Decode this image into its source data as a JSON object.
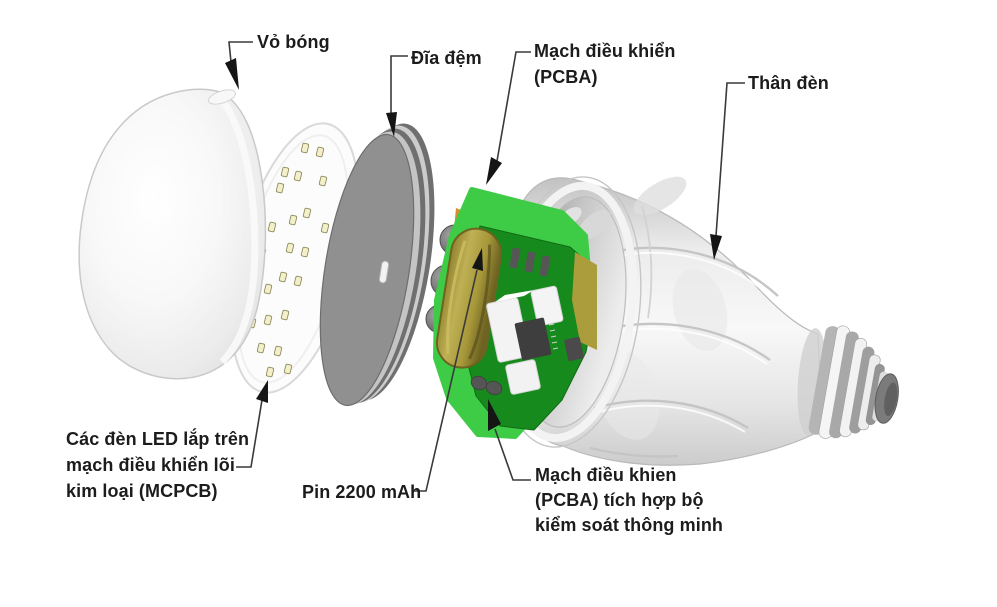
{
  "labels": {
    "bulb_cover": {
      "lines": [
        "Vỏ bóng"
      ]
    },
    "spacer_disc": {
      "lines": [
        "Đĩa đệm"
      ]
    },
    "control_pcba": {
      "lines": [
        "Mạch điều khiển",
        "(PCBA)"
      ]
    },
    "lamp_body": {
      "lines": [
        "Thân đèn"
      ]
    },
    "led_mcpcb": {
      "lines": [
        "Các đèn LED lắp trên",
        "mạch điều khiển lõi",
        "kim loại (MCPCB)"
      ]
    },
    "battery": {
      "lines": [
        "Pin 2200 mAh"
      ]
    },
    "smart_pcba": {
      "lines": [
        "Mạch điều khien",
        "(PCBA) tích hợp bộ",
        "kiểm soát thông minh"
      ]
    }
  },
  "colors": {
    "background": "#ffffff",
    "label_text": "#1c1c1c",
    "leader_line": "#3a3a3a",
    "arrowhead": "#151515",
    "pcb_light_green": "#3ecb46",
    "pcb_dark_green": "#178a1d",
    "pcb_edge_tan": "#ac9d3c",
    "battery_olive": "#b0a245",
    "disc_gray": "#909090",
    "bulb_body_gray": "#ededed"
  }
}
